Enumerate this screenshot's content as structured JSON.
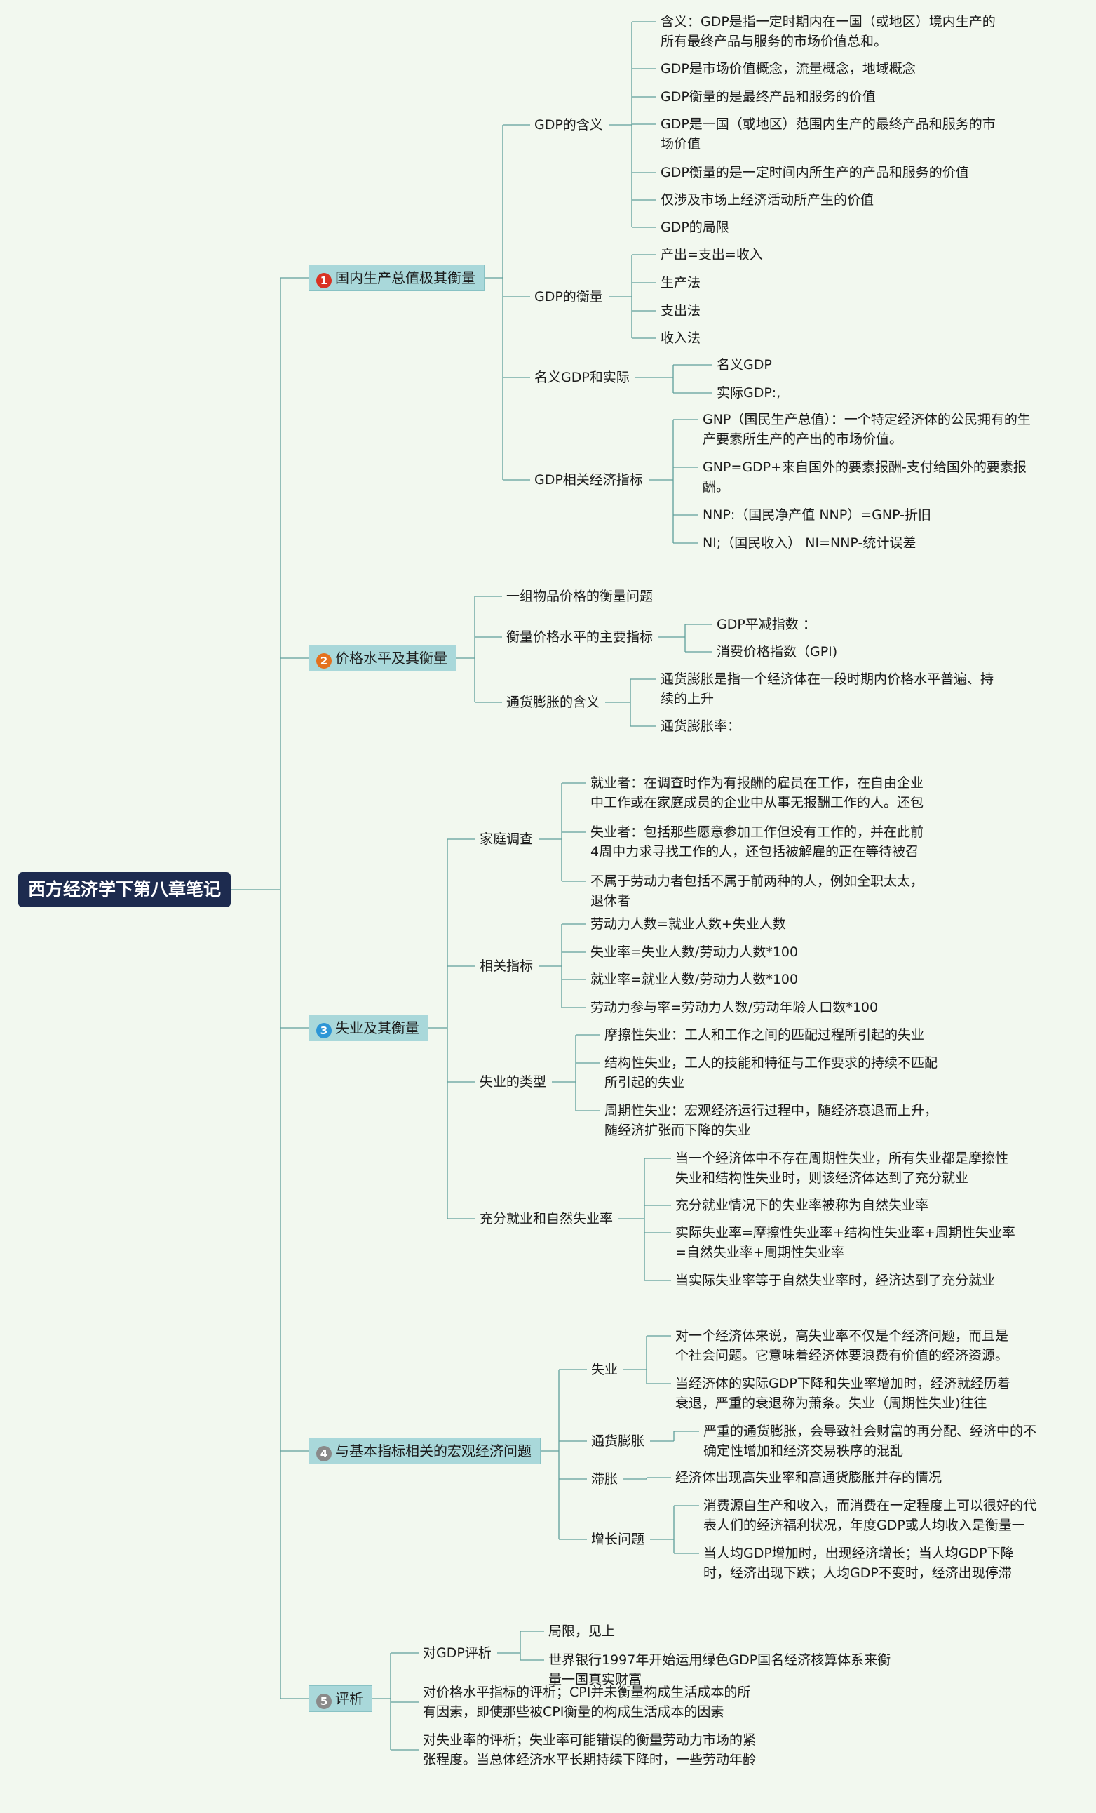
{
  "colors": {
    "background": "#f2f8ef",
    "root_bg": "#1d2b4f",
    "main_bg": "#a9d8da",
    "line": "#5f9e9a",
    "badge_1": "#d93222",
    "badge_2": "#e4711e",
    "badge_3": "#2d96d6",
    "badge_4": "#8a8a8a",
    "badge_5": "#8a8a8a"
  },
  "root": "西方经济学下第八章笔记",
  "branches": [
    {
      "num": "1",
      "label": "国内生产总值极其衡量",
      "children": [
        {
          "label": "GDP的含义",
          "children": [
            "含义：GDP是指一定时期内在一国（或地区）境内生产的\n所有最终产品与服务的市场价值总和。",
            "GDP是市场价值概念，流量概念，地域概念",
            "GDP衡量的是最终产品和服务的价值",
            "GDP是一国（或地区）范围内生产的最终产品和服务的市\n场价值",
            "GDP衡量的是一定时间内所生产的产品和服务的价值",
            "仅涉及市场上经济活动所产生的价值",
            "GDP的局限"
          ]
        },
        {
          "label": "GDP的衡量",
          "children": [
            "产出=支出=收入",
            "生产法",
            "支出法",
            "收入法"
          ]
        },
        {
          "label": "名义GDP和实际",
          "children": [
            "名义GDP",
            "实际GDP:,"
          ]
        },
        {
          "label": "GDP相关经济指标",
          "children": [
            "GNP（国民生产总值）：一个特定经济体的公民拥有的生\n产要素所生产的产出的市场价值。",
            "GNP=GDP+来自国外的要素报酬-支付给国外的要素报\n酬。",
            "NNP:（国民净产值 NNP）=GNP-折旧",
            "NI;（国民收入） NI=NNP-统计误差"
          ]
        }
      ]
    },
    {
      "num": "2",
      "label": "价格水平及其衡量",
      "children": [
        {
          "label": "一组物品价格的衡量问题",
          "children": []
        },
        {
          "label": "衡量价格水平的主要指标",
          "children": [
            "GDP平减指数 ：",
            "消费价格指数（GPI)"
          ]
        },
        {
          "label": "通货膨胀的含义",
          "children": [
            "通货膨胀是指一个经济体在一段时期内价格水平普遍、持\n续的上升",
            "通货膨胀率："
          ]
        }
      ]
    },
    {
      "num": "3",
      "label": "失业及其衡量",
      "children": [
        {
          "label": "家庭调查",
          "children": [
            "就业者：在调查时作为有报酬的雇员在工作，在自由企业\n中工作或在家庭成员的企业中从事无报酬工作的人。还包",
            "失业者：包括那些愿意参加工作但没有工作的，并在此前\n4周中力求寻找工作的人，还包括被解雇的正在等待被召",
            "不属于劳动力者包括不属于前两种的人，例如全职太太，\n退休者"
          ]
        },
        {
          "label": "相关指标",
          "children": [
            "劳动力人数=就业人数+失业人数",
            "失业率=失业人数/劳动力人数*100",
            "就业率=就业人数/劳动力人数*100",
            "劳动力参与率=劳动力人数/劳动年龄人口数*100"
          ]
        },
        {
          "label": "失业的类型",
          "children": [
            "摩擦性失业：工人和工作之间的匹配过程所引起的失业",
            "结构性失业，工人的技能和特征与工作要求的持续不匹配\n所引起的失业",
            "周期性失业：宏观经济运行过程中，随经济衰退而上升，\n随经济扩张而下降的失业"
          ]
        },
        {
          "label": "充分就业和自然失业率",
          "children": [
            "当一个经济体中不存在周期性失业，所有失业都是摩擦性\n失业和结构性失业时，则该经济体达到了充分就业",
            "充分就业情况下的失业率被称为自然失业率",
            "实际失业率=摩擦性失业率+结构性失业率+周期性失业率\n=自然失业率+周期性失业率",
            "当实际失业率等于自然失业率时，经济达到了充分就业"
          ]
        }
      ]
    },
    {
      "num": "4",
      "label": "与基本指标相关的宏观经济问题",
      "children": [
        {
          "label": "失业",
          "children": [
            "对一个经济体来说，高失业率不仅是个经济问题，而且是\n个社会问题。它意味着经济体要浪费有价值的经济资源。",
            "当经济体的实际GDP下降和失业率增加时，经济就经历着\n衰退，严重的衰退称为萧条。失业（周期性失业)往往"
          ]
        },
        {
          "label": "通货膨胀",
          "children": [
            "严重的通货膨胀，会导致社会财富的再分配、经济中的不\n确定性增加和经济交易秩序的混乱"
          ]
        },
        {
          "label": "滞胀",
          "children": [
            "经济体出现高失业率和高通货膨胀并存的情况"
          ]
        },
        {
          "label": "增长问题",
          "children": [
            "消费源自生产和收入，而消费在一定程度上可以很好的代\n表人们的经济福利状况，年度GDP或人均收入是衡量一",
            "当人均GDP增加时，出现经济增长；当人均GDP下降\n时，经济出现下跌；人均GDP不变时，经济出现停滞"
          ]
        }
      ]
    },
    {
      "num": "5",
      "label": "评析",
      "children": [
        {
          "label": "对GDP评析",
          "children": [
            "局限，见上",
            "世界银行1997年开始运用绿色GDP国名经济核算体系来衡\n量一国真实财富"
          ]
        },
        {
          "label": "对价格水平指标的评析；CPI并未衡量构成生活成本的所\n有因素，即使那些被CPI衡量的构成生活成本的因素",
          "children": []
        },
        {
          "label": "对失业率的评析；失业率可能错误的衡量劳动力市场的紧\n张程度。当总体经济水平长期持续下降时，一些劳动年龄",
          "children": []
        }
      ]
    }
  ]
}
